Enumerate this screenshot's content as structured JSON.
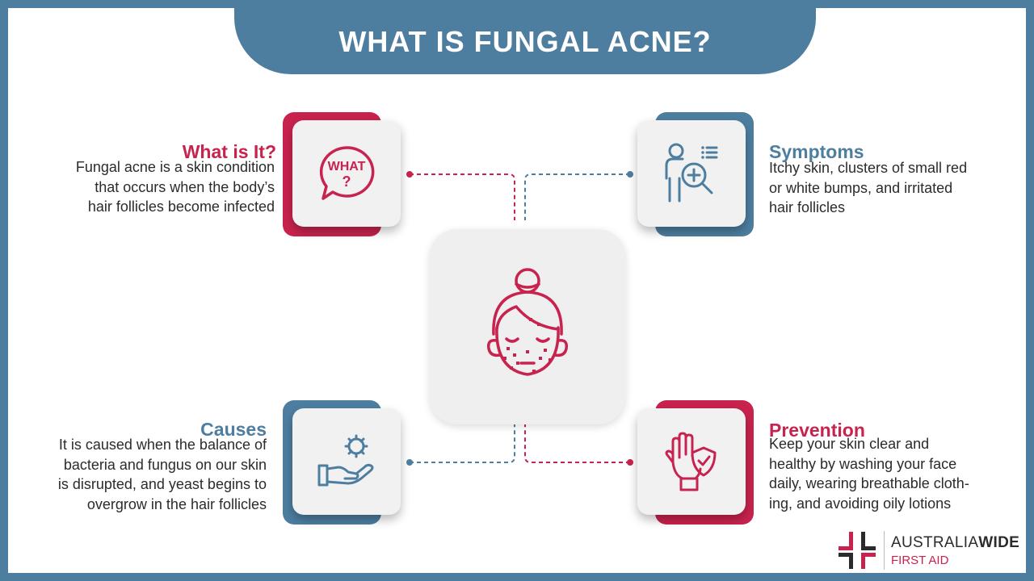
{
  "title": "WHAT IS FUNGAL ACNE?",
  "sections": [
    {
      "heading": "What is It?",
      "lines": [
        "Fungal acne is a skin condition",
        "that occurs when the body’s",
        "hair follicles become infected"
      ]
    },
    {
      "heading": "Symptoms",
      "lines": [
        "Itchy skin, clusters of small red",
        "or white bumps, and irritated",
        "hair follicles"
      ]
    },
    {
      "heading": "Causes",
      "lines": [
        "It is caused when the balance of",
        "bacteria and fungus on our skin",
        "is disrupted, and yeast begins to",
        "overgrow in the hair follicles"
      ]
    },
    {
      "heading": "Prevention",
      "lines": [
        "Keep your skin clear and",
        "healthy by washing your face",
        "daily, wearing breathable cloth-",
        "ing, and avoiding oily lotions"
      ]
    }
  ],
  "icons": {
    "center": "woman-face-acne-icon",
    "what_is_it": "what-question-speech-bubble-icon",
    "symptoms": "person-magnifier-icon",
    "causes": "hand-holding-germ-icon",
    "prevention": "hand-shield-icon"
  },
  "what_icon_text": {
    "word": "WHAT",
    "mark": "?"
  },
  "logo": {
    "line1_a": "AUSTRALIA",
    "line1_b": "WIDE",
    "line2": "FIRST AID"
  },
  "colors": {
    "blue": "#4d7ea0",
    "pink": "#c8234e",
    "card": "#f1f1f2",
    "text": "#2b2b2b"
  }
}
